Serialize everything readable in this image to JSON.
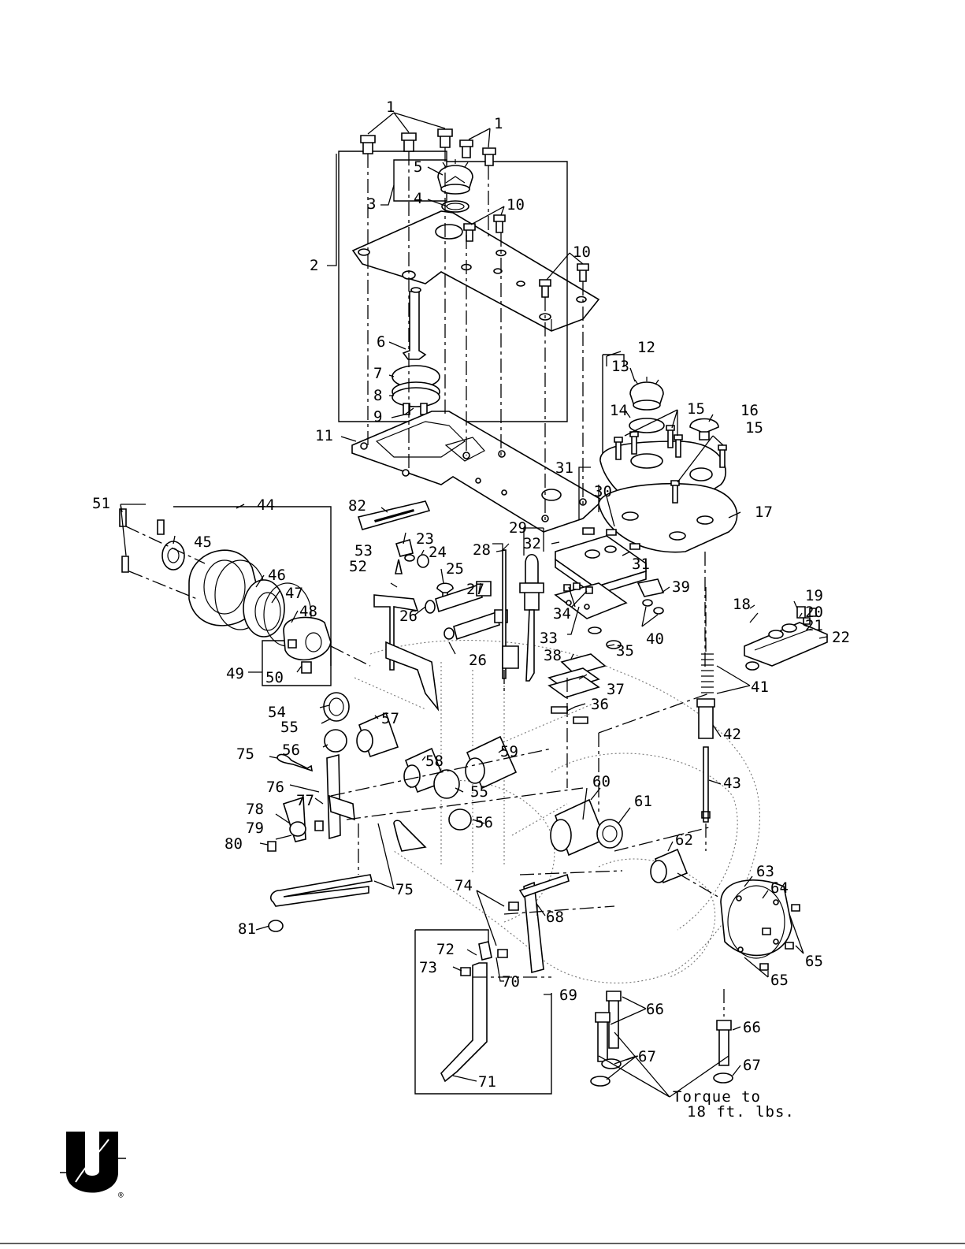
{
  "callouts": [
    "1",
    "1",
    "2",
    "3",
    "4",
    "5",
    "6",
    "7",
    "8",
    "9",
    "10",
    "10",
    "11",
    "12",
    "13",
    "14",
    "15",
    "15",
    "16",
    "17",
    "18",
    "19",
    "20",
    "21",
    "22",
    "23",
    "24",
    "25",
    "26",
    "26",
    "27",
    "28",
    "29",
    "30",
    "31",
    "31",
    "32",
    "33",
    "34",
    "35",
    "36",
    "37",
    "38",
    "39",
    "40",
    "41",
    "42",
    "43",
    "44",
    "45",
    "46",
    "47",
    "48",
    "49",
    "50",
    "51",
    "52",
    "53",
    "54",
    "55",
    "55",
    "56",
    "56",
    "57",
    "58",
    "59",
    "60",
    "61",
    "62",
    "63",
    "64",
    "65",
    "65",
    "66",
    "66",
    "67",
    "67",
    "68",
    "69",
    "70",
    "71",
    "72",
    "73",
    "74",
    "75",
    "75",
    "76",
    "77",
    "78",
    "79",
    "80",
    "81",
    "82"
  ],
  "torque_note": {
    "line1": "Torque to",
    "line2": "18 ft. lbs."
  },
  "logo": {
    "letter": "U",
    "mark": "®"
  }
}
